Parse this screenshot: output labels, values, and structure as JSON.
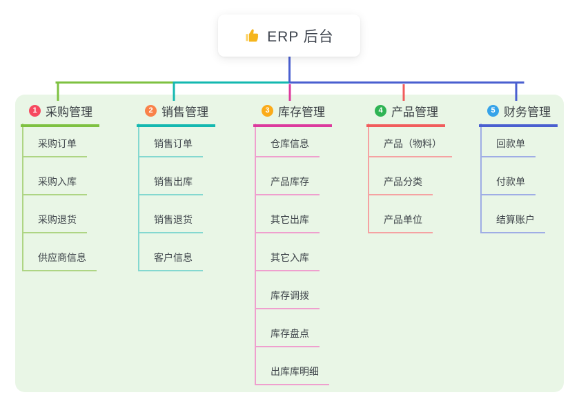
{
  "root": {
    "title": "ERP 后台",
    "icon": "thumbs-up-icon",
    "icon_color": "#f5b51d",
    "connector_color": "#4a5fd0"
  },
  "panel": {
    "background": "#e9f6e6"
  },
  "branches": [
    {
      "index": "1",
      "label": "采购管理",
      "badge_color": "#f6495f",
      "line_color": "#7ec141",
      "child_line_color": "#aed584",
      "children": [
        "采购订单",
        "采购入库",
        "采购退货",
        "供应商信息"
      ]
    },
    {
      "index": "2",
      "label": "销售管理",
      "badge_color": "#f9824a",
      "line_color": "#14b8b0",
      "child_line_color": "#84d8d0",
      "children": [
        "销售订单",
        "销售出库",
        "销售退货",
        "客户信息"
      ]
    },
    {
      "index": "3",
      "label": "库存管理",
      "badge_color": "#fbab19",
      "line_color": "#dc3a9d",
      "child_line_color": "#ef9fce",
      "children": [
        "仓库信息",
        "产品库存",
        "其它出库",
        "其它入库",
        "库存调拨",
        "库存盘点",
        "出库库明细"
      ]
    },
    {
      "index": "4",
      "label": "产品管理",
      "badge_color": "#2fb454",
      "line_color": "#f15c5c",
      "child_line_color": "#f5a2a2",
      "children": [
        "产品（物料）",
        "产品分类",
        "产品单位"
      ]
    },
    {
      "index": "5",
      "label": "财务管理",
      "badge_color": "#36a3e9",
      "line_color": "#4a5fd0",
      "child_line_color": "#9fade5",
      "children": [
        "回款单",
        "付款单",
        "结算账户"
      ]
    }
  ]
}
